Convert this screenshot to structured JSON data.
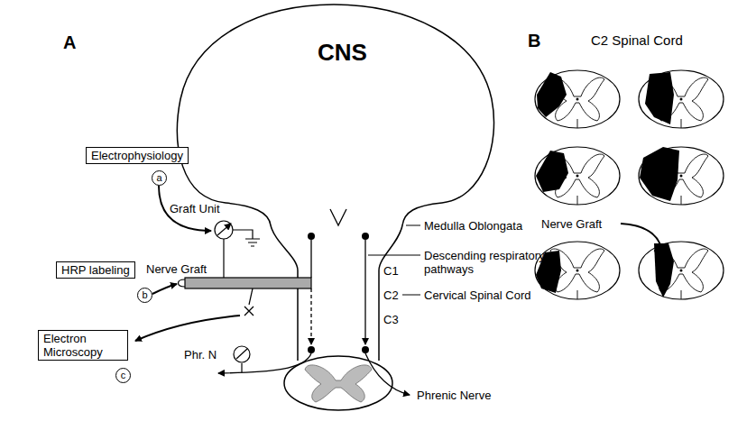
{
  "diagram": {
    "nodes": [
      {
        "text": [
          "Electrophysiology"
        ]
      },
      {
        "text": [
          "HRP labeling"
        ]
      },
      {
        "text": [
          "Electron Microscopy"
        ]
      }
    ],
    "labels": [
      "A",
      "CNS",
      "a",
      "Graft Unit",
      "Nerve Graft",
      "b",
      "c",
      "Phr. N",
      "Medulla Oblongata",
      "Descending respiratory pathways",
      "C1",
      "C2",
      "Cervical Spinal Cord",
      "C3",
      "Phrenic Nerve",
      "B",
      "C2 Spinal Cord",
      "Nerve Graft"
    ]
  }
}
